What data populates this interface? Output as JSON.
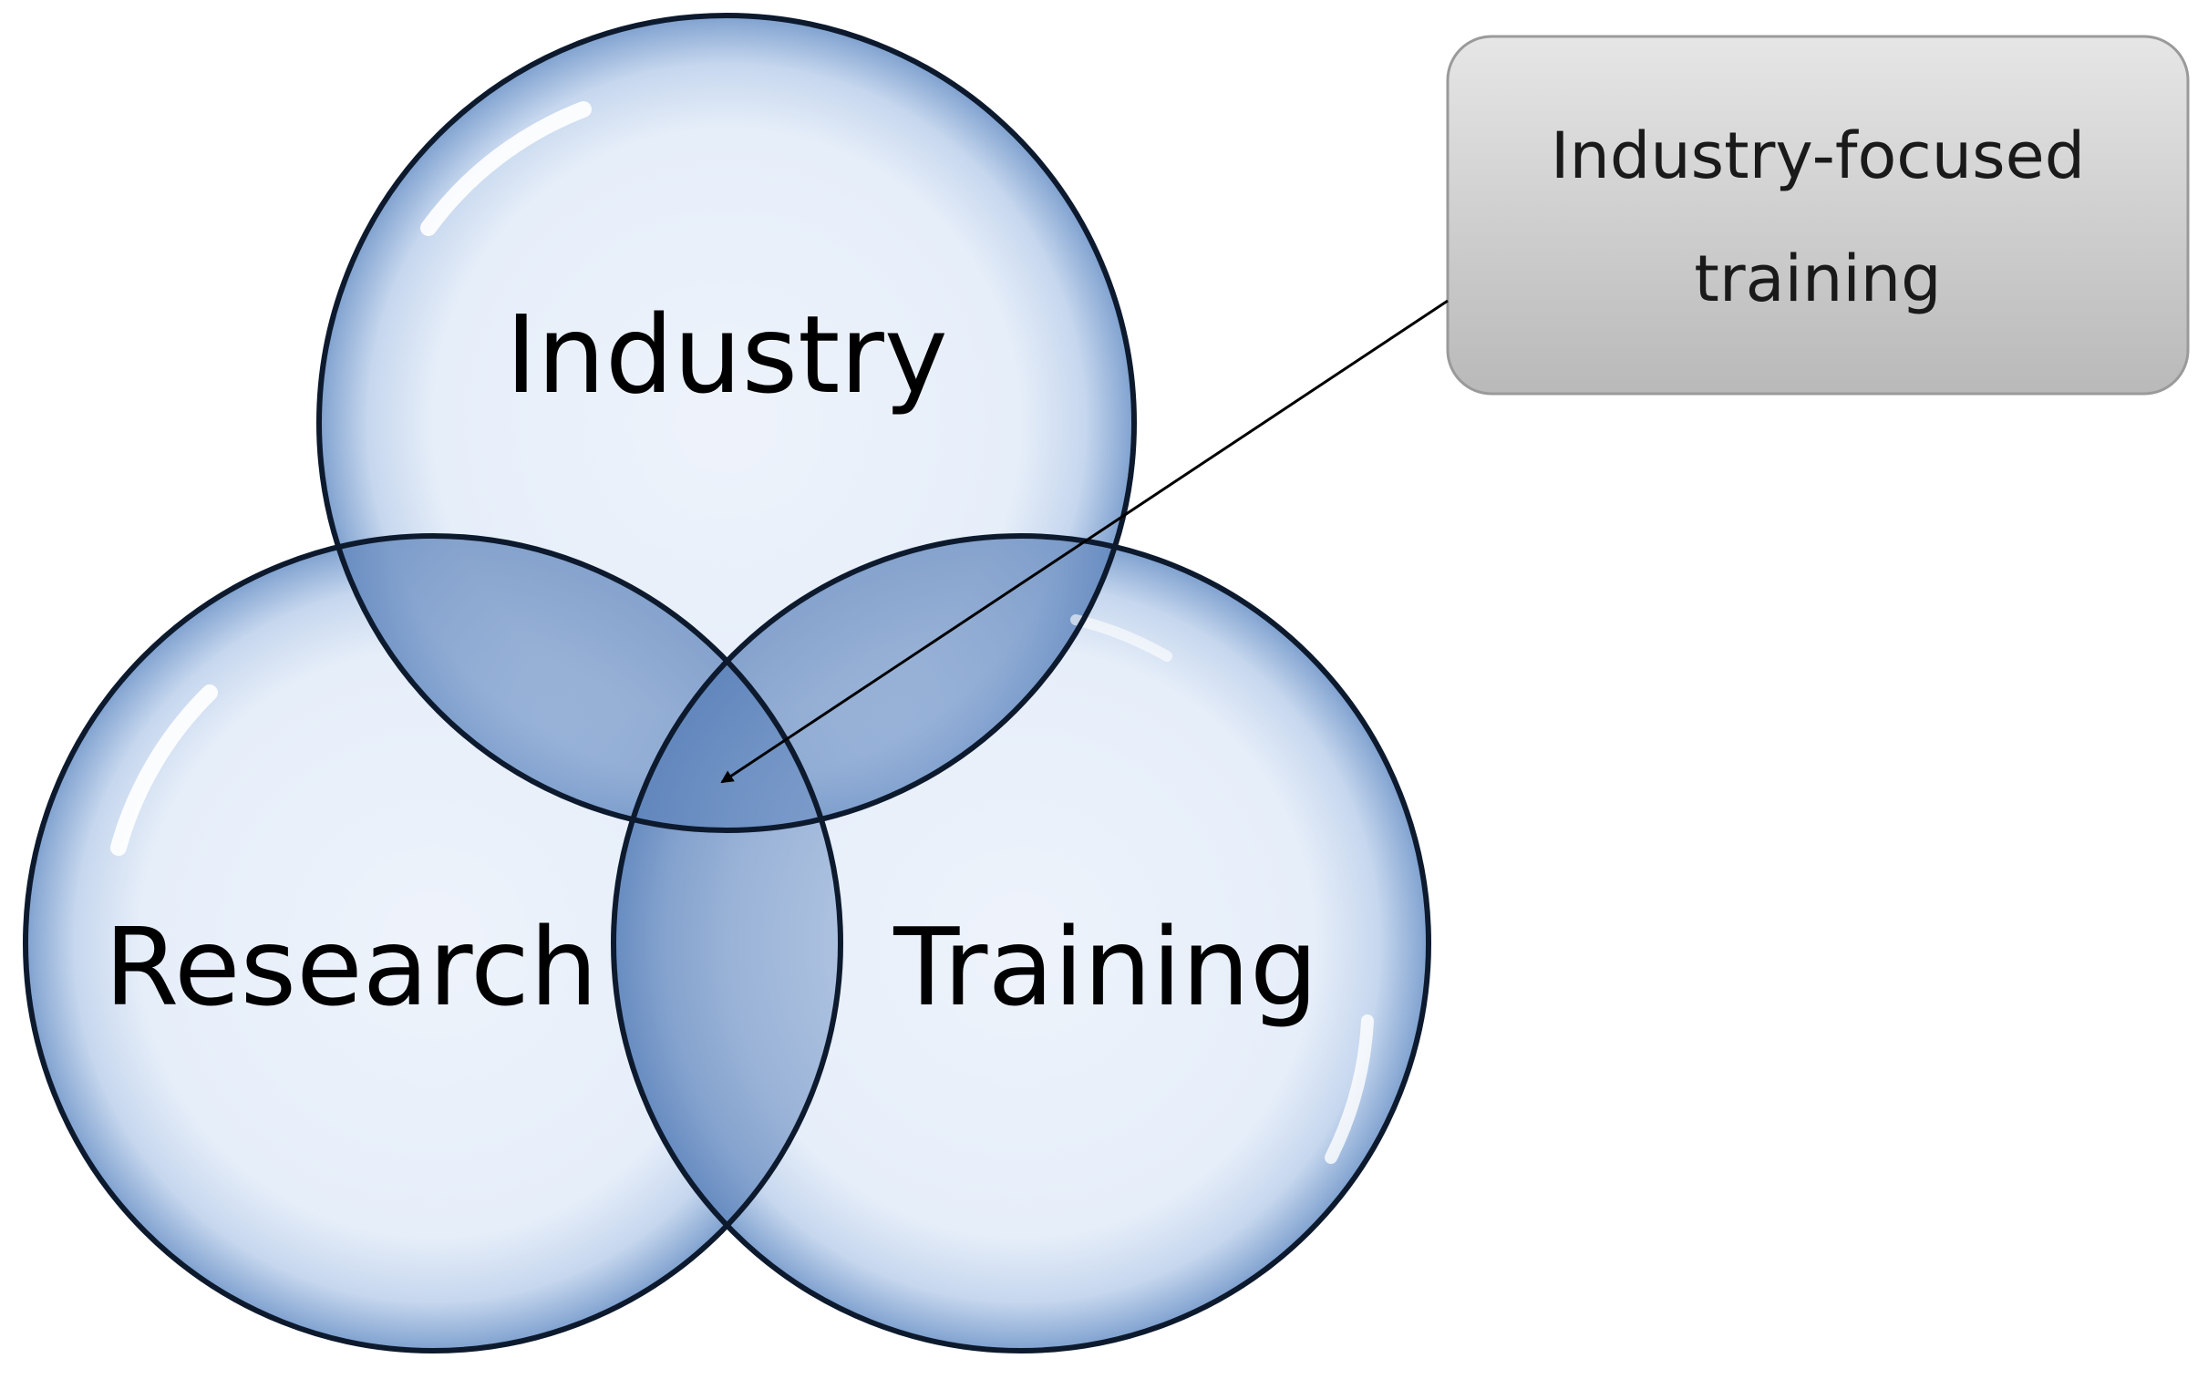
{
  "diagram": {
    "circles": [
      {
        "id": "industry",
        "label": "Industry"
      },
      {
        "id": "research",
        "label": "Research"
      },
      {
        "id": "training",
        "label": "Training"
      }
    ],
    "callout": {
      "line1": "Industry-focused",
      "line2": "training"
    }
  },
  "colors": {
    "circle_fill_center": "#eef3fb",
    "circle_fill_edge": "#8fb0d8",
    "circle_stroke": "#0d1a2e",
    "overlap_tint": "#5e86bd",
    "callout_fill_top": "#e4e4e4",
    "callout_fill_bottom": "#b8b8b8",
    "callout_stroke": "#9a9a9a",
    "arrow": "#000000"
  }
}
